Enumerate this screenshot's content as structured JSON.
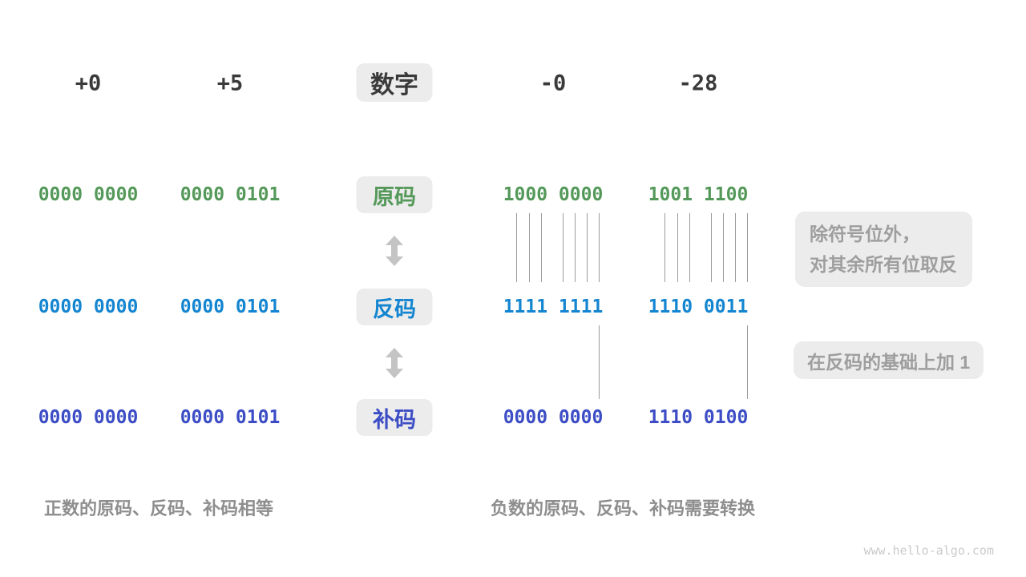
{
  "header": {
    "label": "数字",
    "values": [
      "+0",
      "+5",
      "-0",
      "-28"
    ]
  },
  "rows": {
    "raw": {
      "label": "原码",
      "color": "#55995a",
      "values": [
        "0000 0000",
        "0000 0101",
        "1000 0000",
        "1001 1100"
      ]
    },
    "ones": {
      "label": "反码",
      "color": "#1485d0",
      "values": [
        "0000 0000",
        "0000 0101",
        "1111 1111",
        "1110 0011"
      ]
    },
    "twos": {
      "label": "补码",
      "color": "#3c4dc5",
      "values": [
        "0000 0000",
        "0000 0101",
        "0000 0000",
        "1110 0100"
      ]
    }
  },
  "annotations": {
    "invert_line1": "除符号位外，",
    "invert_line2": "对其余所有位取反",
    "add_one": "在反码的基础上加 1"
  },
  "captions": {
    "positive": "正数的原码、反码、补码相等",
    "negative": "负数的原码、反码、补码需要转换"
  },
  "watermark": "www.hello-algo.com",
  "colors": {
    "arrow": "#c4c4c4",
    "connector_line": "#9b9b9b",
    "tag_background": "#ececec",
    "note_text": "#9e9e9e",
    "caption_text": "#8e8e8e",
    "header_text": "#3a3a3a"
  }
}
